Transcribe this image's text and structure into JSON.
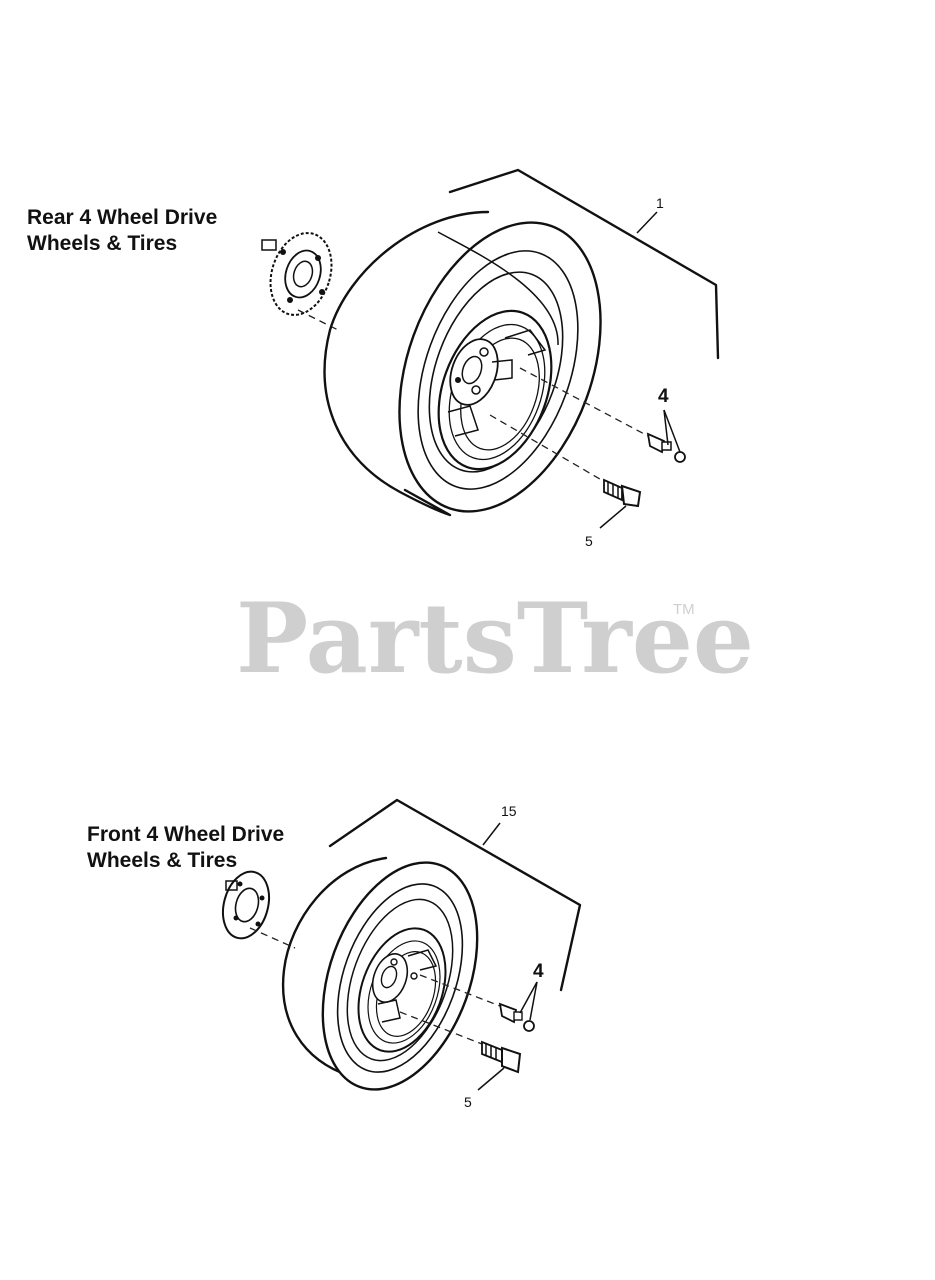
{
  "diagrams": {
    "rear": {
      "title_line1": "Rear 4 Wheel Drive",
      "title_line2": "Wheels & Tires",
      "callouts": {
        "assembly": "1",
        "valve": "4",
        "bolt": "5"
      }
    },
    "front": {
      "title_line1": "Front 4 Wheel Drive",
      "title_line2": "Wheels & Tires",
      "callouts": {
        "assembly": "15",
        "valve": "4",
        "bolt": "5"
      }
    }
  },
  "watermark": {
    "text": "PartsTree",
    "trademark": "TM"
  }
}
